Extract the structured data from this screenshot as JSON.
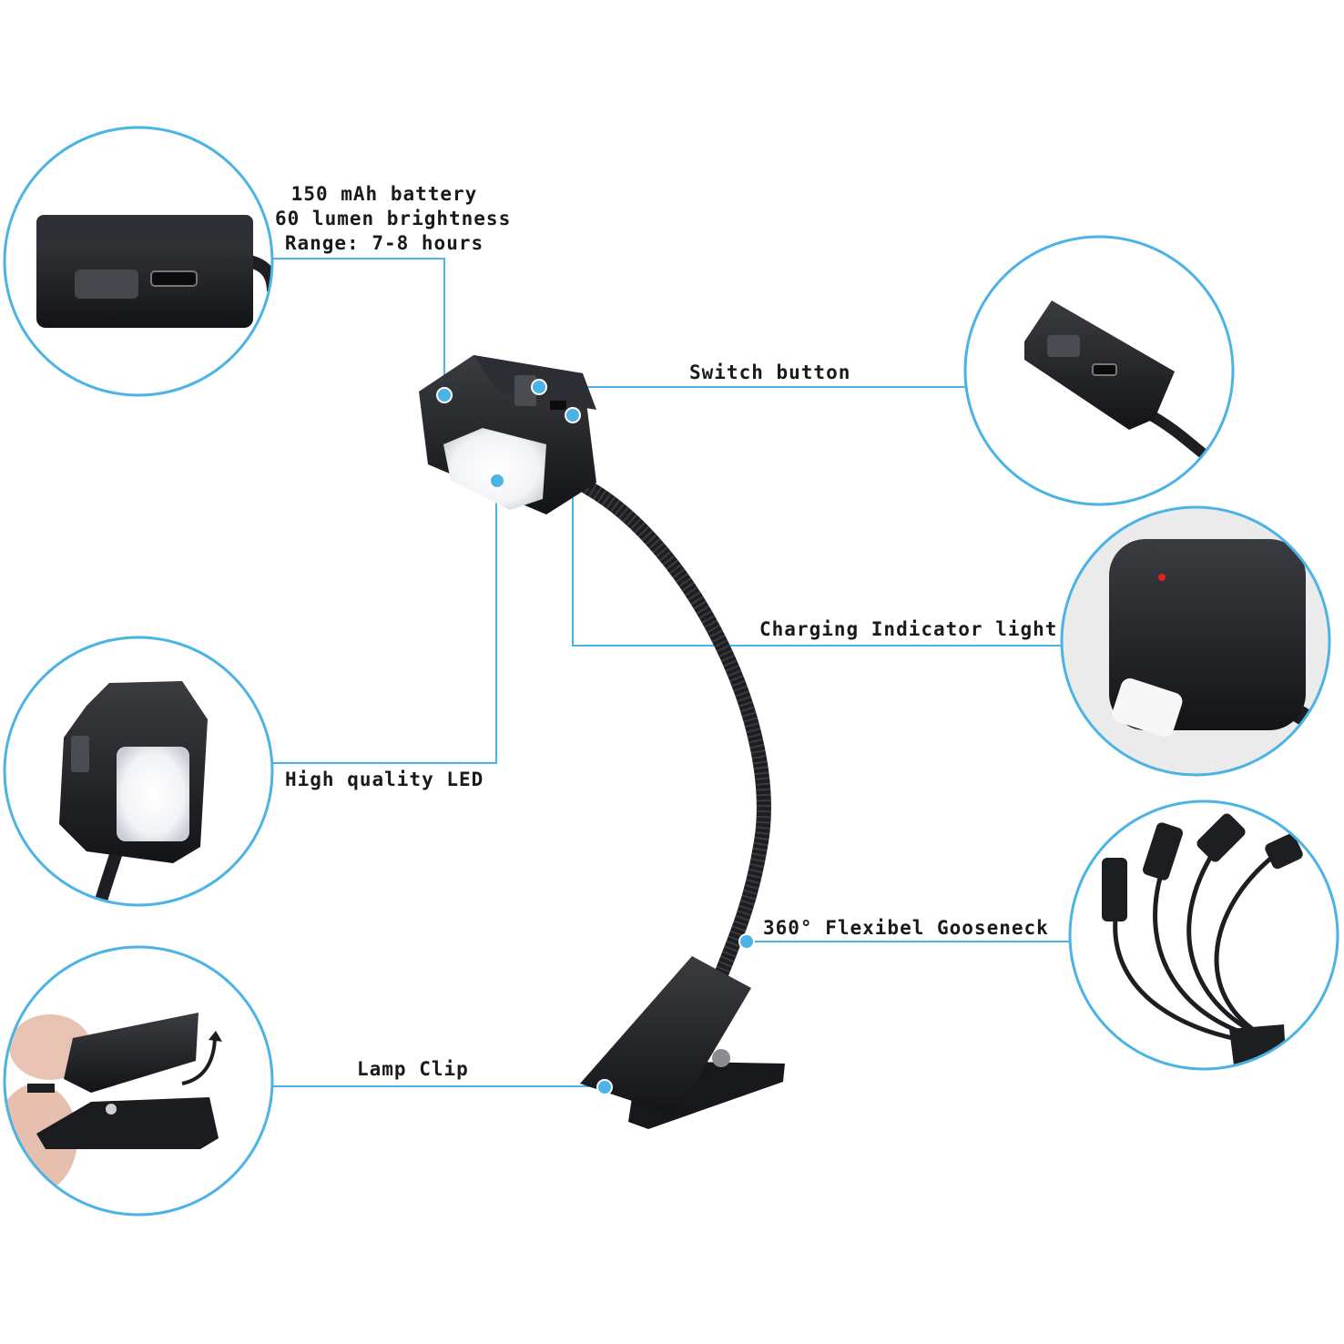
{
  "colors": {
    "accent": "#4bb3e6",
    "device": "#1b1c1f",
    "led": "#f4f6f8",
    "text": "#1a1a1a"
  },
  "callouts": {
    "battery": {
      "line1": "150 mAh battery",
      "line2": "60 lumen brightness",
      "line3": "Range: 7-8 hours"
    },
    "switch": "Switch button",
    "charging": "Charging Indicator light",
    "led": "High quality LED",
    "gooseneck": "360° Flexibel Gooseneck",
    "clip": "Lamp Clip"
  },
  "icons": [
    "battery-detail-icon",
    "switch-detail-icon",
    "charging-light-detail-icon",
    "led-detail-icon",
    "clip-detail-icon",
    "gooseneck-detail-icon"
  ]
}
